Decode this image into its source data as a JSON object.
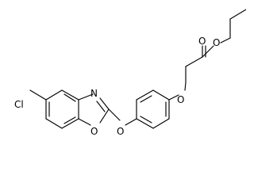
{
  "molecule": {
    "atoms": {
      "cl": "Cl",
      "n": "N",
      "o_ring": "O",
      "o_ether1": "O",
      "o_ether2": "O",
      "o_carbonyl": "O",
      "o_ester": "O"
    }
  },
  "colors": {
    "bond": "#000000",
    "background": "#ffffff"
  }
}
